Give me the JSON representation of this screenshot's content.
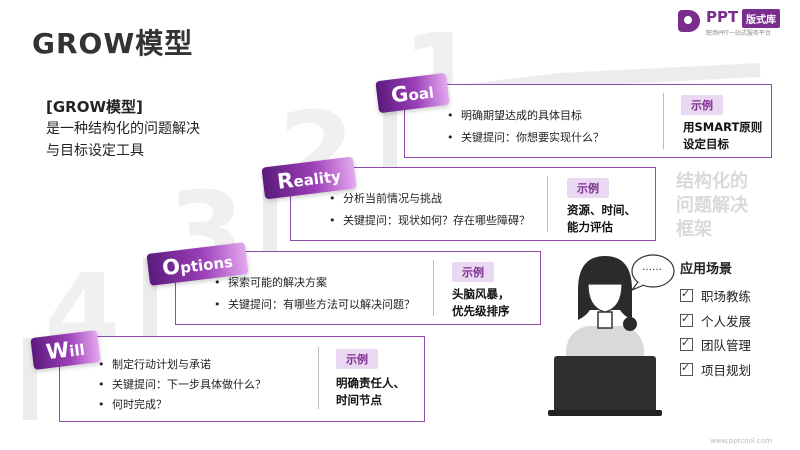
{
  "title": "GROW模型",
  "logo": {
    "brand": "PPT",
    "badge": "版式库",
    "subtitle": "职场PPT一站式服务平台"
  },
  "intro": {
    "heading": "[GROW模型]",
    "line1": "是一种结构化的问题解决",
    "line2": "与目标设定工具"
  },
  "step_numbers": [
    "1",
    "2",
    "3",
    "4"
  ],
  "steps": [
    {
      "cap": "G",
      "rest": "oal",
      "bullets": [
        "明确期望达成的具体目标",
        "关键提问：你想要实现什么？"
      ],
      "tag": "示例",
      "example": [
        "用SMART原则",
        "设定目标"
      ]
    },
    {
      "cap": "R",
      "rest": "eality",
      "bullets": [
        "分析当前情况与挑战",
        "关键提问：现状如何？存在哪些障碍？"
      ],
      "tag": "示例",
      "example": [
        "资源、时间、",
        "能力评估"
      ]
    },
    {
      "cap": "O",
      "rest": "ptions",
      "bullets": [
        "探索可能的解决方案",
        "关键提问：有哪些方法可以解决问题？"
      ],
      "tag": "示例",
      "example": [
        "头脑风暴，",
        "优先级排序"
      ]
    },
    {
      "cap": "W",
      "rest": "ill",
      "bullets": [
        "制定行动计划与承诺",
        "关键提问：下一步具体做什么？",
        "何时完成？"
      ],
      "tag": "示例",
      "example": [
        "明确责任人、",
        "时间节点"
      ]
    }
  ],
  "side_text": [
    "结构化的",
    "问题解决",
    "框架"
  ],
  "speech_bubble": "……",
  "scenarios": {
    "title": "应用场景",
    "items": [
      "职场教练",
      "个人发展",
      "团队管理",
      "项目规划"
    ]
  },
  "website": "www.pptcool.com",
  "colors": {
    "accent": "#7b2d8e",
    "tag_bg": "#ead7f2",
    "border": "#8e4aa6"
  }
}
